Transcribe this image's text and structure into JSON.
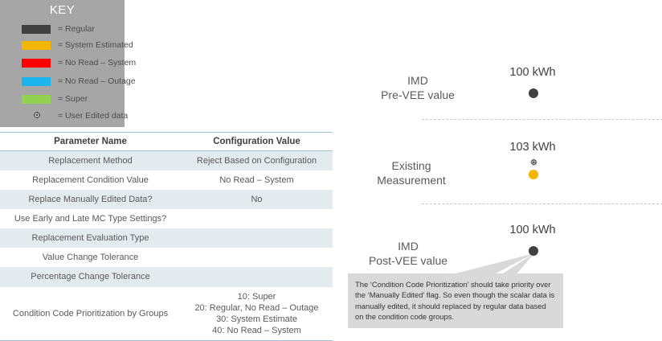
{
  "key": {
    "title": "KEY",
    "items": [
      {
        "label": "= Regular",
        "swatch": "regular-swatch",
        "color": "#404040",
        "type": "swatch"
      },
      {
        "label": "= System Estimated",
        "swatch": "system-estimated-swatch",
        "color": "#f5b400",
        "type": "swatch"
      },
      {
        "label": "= No Read – System",
        "swatch": "no-read-system-swatch",
        "color": "#fe0000",
        "type": "swatch"
      },
      {
        "label": "= No Read – Outage",
        "swatch": "no-read-outage-swatch",
        "color": "#1ab4ef",
        "type": "swatch"
      },
      {
        "label": "= Super",
        "swatch": "super-swatch",
        "color": "#92d050",
        "type": "swatch"
      },
      {
        "label": "= User Edited data",
        "swatch": "user-edited-gear-icon",
        "color": "#ffffff",
        "type": "gear"
      }
    ]
  },
  "table": {
    "headers": [
      "Parameter Name",
      "Configuration Value"
    ],
    "rows": [
      {
        "parameter": "Replacement Method",
        "value": "Reject Based on Configuration"
      },
      {
        "parameter": "Replacement Condition Value",
        "value": "No Read – System"
      },
      {
        "parameter": "Replace Manually Edited Data?",
        "value": "No"
      },
      {
        "parameter": "Use Early and Late MC Type Settings?",
        "value": ""
      },
      {
        "parameter": "Replacement Evaluation Type",
        "value": ""
      },
      {
        "parameter": "Value Change Tolerance",
        "value": ""
      },
      {
        "parameter": "Percentage Change Tolerance",
        "value": ""
      },
      {
        "parameter": "Condition Code Prioritization by Groups",
        "value": "10: Super\n20: Regular, No Read – Outage\n30: System Estimate\n40: No Read – System"
      }
    ]
  },
  "diagram": {
    "bands": [
      {
        "name": "imd-pre-vee",
        "label": "IMD\nPre-VEE value",
        "value": "100 kWh",
        "marker": "dark",
        "edited": false
      },
      {
        "name": "existing-measurement",
        "label": "Existing\nMeasurement",
        "value": "103 kWh",
        "marker": "amber",
        "edited": true
      },
      {
        "name": "imd-post-vee",
        "label": "IMD\nPost-VEE value",
        "value": "100 kWh",
        "marker": "dark",
        "edited": false
      }
    ],
    "callout": {
      "text": "The ‘Condition Code Prioritization’ should take priority over the ‘Manually Edited’ flag.  So even though the scalar data is manually edited, it should replaced by regular data based on the condition code groups."
    }
  },
  "colors": {
    "key_background": "#a6a6a6",
    "table_rule": "#9dc3d4",
    "table_alt_row": "#e3ebef",
    "callout_background": "#d9d9d9",
    "dark_marker": "#404040",
    "amber_marker": "#f5b400",
    "dashed_rule": "#c9c9c9"
  }
}
